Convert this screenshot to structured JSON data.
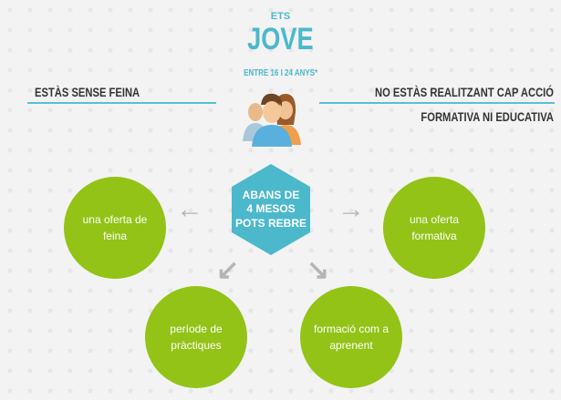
{
  "header": {
    "ets": "ETS",
    "jove": "JOVE",
    "age": "ENTRE 16 I 24 ANYS*"
  },
  "left_condition": "ESTÀS SENSE FEINA",
  "right_condition": {
    "line1": "NO ESTÀS REALITZANT CAP ACCIÓ",
    "line2": "FORMATIVA NI EDUCATIVA"
  },
  "center": {
    "line1": "ABANS DE",
    "line2": "4 MESOS",
    "line3": "POTS REBRE"
  },
  "options": [
    {
      "line1": "una oferta de",
      "line2": "feina"
    },
    {
      "line1": "una oferta",
      "line2": "formativa"
    },
    {
      "line1": "període de",
      "line2": "pràctiques"
    },
    {
      "line1": "formació com a",
      "line2": "aprenent"
    }
  ],
  "colors": {
    "cyan": "#4bb8cc",
    "green": "#92c316",
    "arrow": "#b5b5b5"
  }
}
